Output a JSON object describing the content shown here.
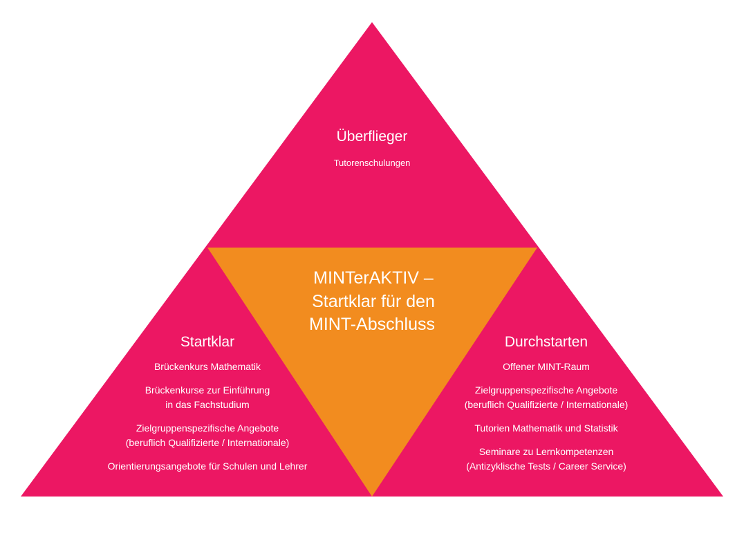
{
  "colors": {
    "pink": "#EC1763",
    "orange": "#F28C1F"
  },
  "top": {
    "title": "Überflieger",
    "items": [
      "Tutorenschulungen"
    ]
  },
  "center": {
    "lines": [
      "MINTerAKTIV –",
      "Startklar für den",
      "MINT-Abschluss"
    ]
  },
  "left": {
    "title": "Startklar",
    "items": [
      [
        "Brückenkurs Mathematik"
      ],
      [
        "Brückenkurse zur Einführung",
        "in das Fachstudium"
      ],
      [
        "Zielgruppenspezifische Angebote",
        "(beruflich Qualifizierte / Internationale)"
      ],
      [
        "Orientierungsangebote für Schulen und Lehrer"
      ]
    ]
  },
  "right": {
    "title": "Durchstarten",
    "items": [
      [
        "Offener MINT-Raum"
      ],
      [
        "Zielgruppenspezifische Angebote",
        "(beruflich Qualifizierte / Internationale)"
      ],
      [
        "Tutorien Mathematik und Statistik"
      ],
      [
        "Seminare zu Lernkompetenzen",
        "(Antizyklische Tests / Career Service)"
      ]
    ]
  }
}
